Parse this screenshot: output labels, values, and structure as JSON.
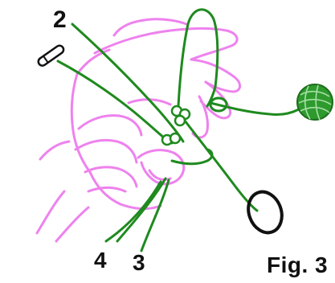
{
  "labels": {
    "strand_2": "2",
    "strand_4": "4",
    "strand_3": "3",
    "figure": "Fig. 3"
  },
  "colors": {
    "hand": "#ee82ee",
    "thread": "#1e8a1e",
    "ink": "#111111",
    "background": "#ffffff"
  },
  "icons": [
    "hand-outline",
    "pin-icon",
    "yarn-ball-icon",
    "loop-ring-icon",
    "knot-icon"
  ]
}
